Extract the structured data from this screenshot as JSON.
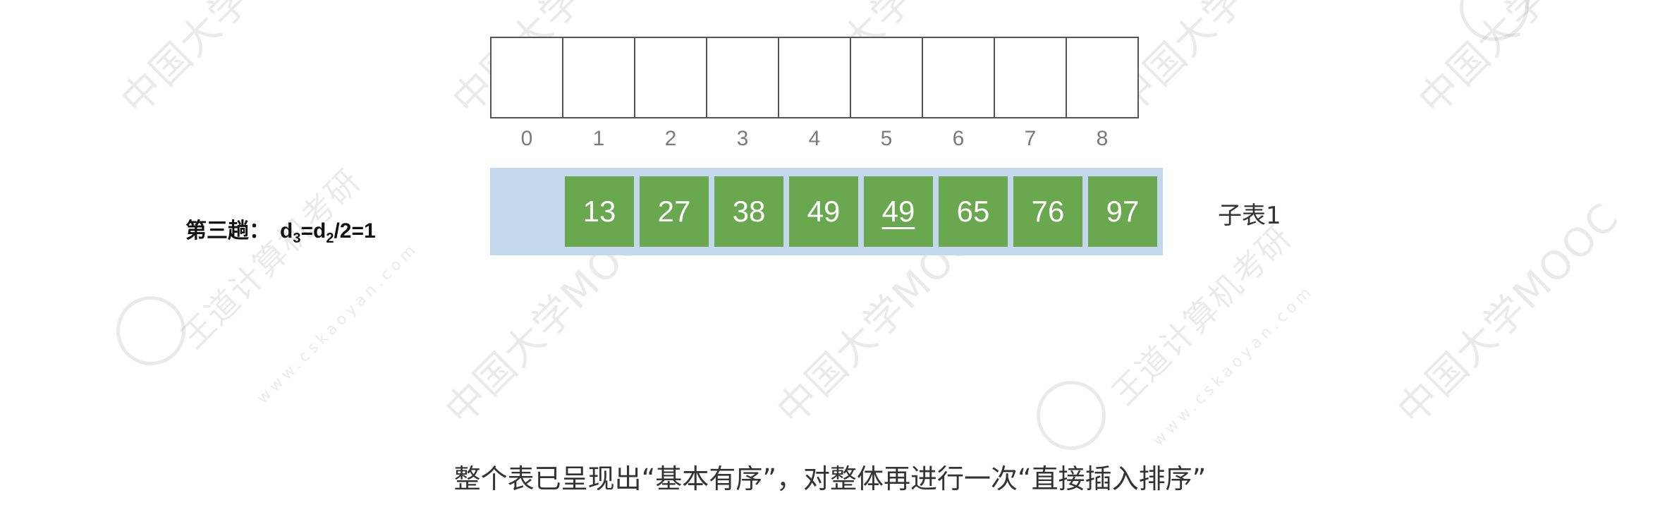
{
  "diagram": {
    "index_labels": [
      "0",
      "1",
      "2",
      "3",
      "4",
      "5",
      "6",
      "7",
      "8"
    ],
    "pass_label": {
      "title": "第三趟：",
      "formula_parts": {
        "d": "d",
        "sub3": "3",
        "eq1": "=d",
        "sub2": "2",
        "rest": "/2=1"
      }
    },
    "values": [
      {
        "text": "13",
        "underlined": false
      },
      {
        "text": "27",
        "underlined": false
      },
      {
        "text": "38",
        "underlined": false
      },
      {
        "text": "49",
        "underlined": false
      },
      {
        "text": "49",
        "underlined": true
      },
      {
        "text": "65",
        "underlined": false
      },
      {
        "text": "76",
        "underlined": false
      },
      {
        "text": "97",
        "underlined": false
      }
    ],
    "sublist_label": "子表1",
    "caption": "整个表已呈现出“基本有序”，对整体再进行一次“直接插入排序”"
  },
  "watermark": {
    "texts": [
      "中国大学MOOC",
      "王道计算机考研",
      "www.cskaoyan.com"
    ]
  },
  "colors": {
    "sublist_fill": "#6aa84f",
    "highlight_bar": "#c3d8ed",
    "cell_border": "#555555"
  }
}
